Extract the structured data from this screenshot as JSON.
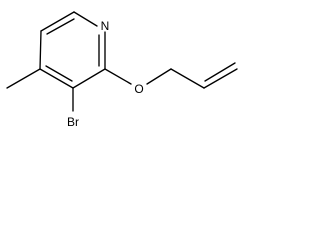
{
  "molecule": {
    "atom_labels": {
      "nitrogen": "N",
      "oxygen": "O",
      "bromine": "Br"
    },
    "colors": {
      "bond": "#000000",
      "text": "#000000",
      "background": "#ffffff"
    }
  }
}
